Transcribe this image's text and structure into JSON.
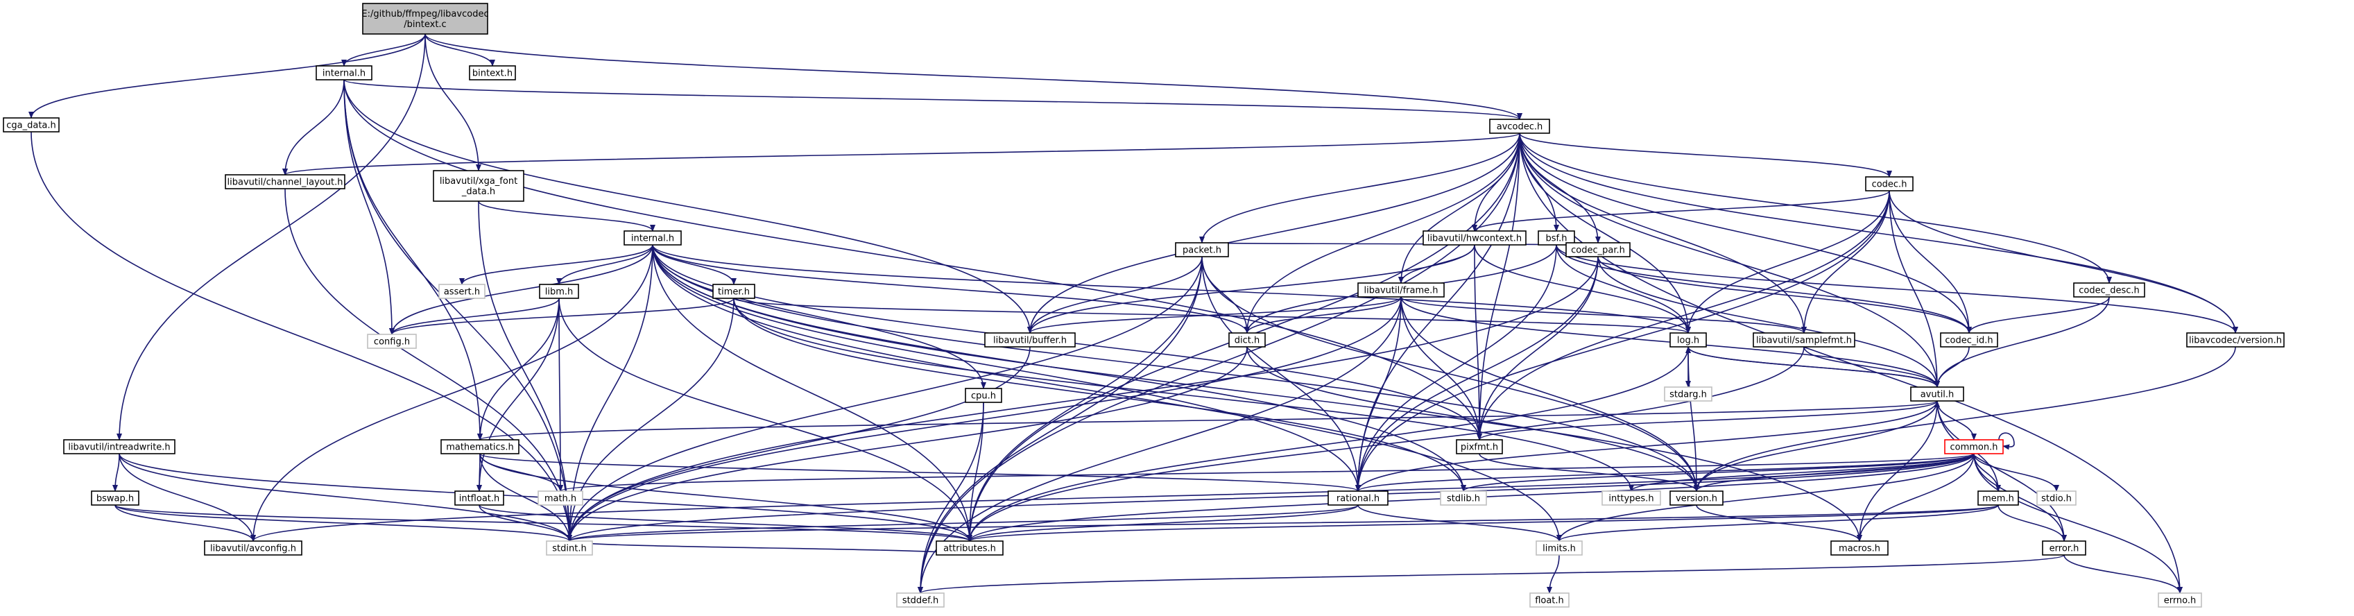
{
  "colors": {
    "edge": "#191970",
    "node_border": "#000000",
    "root_fill": "#bfbfbf",
    "system_border": "#bfbfbf",
    "cyclic_border": "#ff0000",
    "node_fill": "#ffffff"
  },
  "nodes": [
    {
      "id": "bintext_c",
      "lines": [
        "E:/github/ffmpeg/libavcodec",
        "/bintext.c"
      ],
      "kind": "root"
    },
    {
      "id": "internal_h",
      "lines": [
        "internal.h"
      ],
      "kind": "normal"
    },
    {
      "id": "bintext_h",
      "lines": [
        "bintext.h"
      ],
      "kind": "normal"
    },
    {
      "id": "cga_data_h",
      "lines": [
        "cga_data.h"
      ],
      "kind": "normal"
    },
    {
      "id": "avcodec_h",
      "lines": [
        "avcodec.h"
      ],
      "kind": "normal"
    },
    {
      "id": "channel_layout_h",
      "lines": [
        "libavutil/channel_layout.h"
      ],
      "kind": "normal"
    },
    {
      "id": "xga_font_data_h",
      "lines": [
        "libavutil/xga_font",
        "_data.h"
      ],
      "kind": "normal"
    },
    {
      "id": "codec_h",
      "lines": [
        "codec.h"
      ],
      "kind": "normal"
    },
    {
      "id": "hwcontext_h",
      "lines": [
        "libavutil/hwcontext.h"
      ],
      "kind": "normal"
    },
    {
      "id": "bsf_h",
      "lines": [
        "bsf.h"
      ],
      "kind": "normal"
    },
    {
      "id": "codec_desc_h",
      "lines": [
        "codec_desc.h"
      ],
      "kind": "normal"
    },
    {
      "id": "lavu_internal_h",
      "lines": [
        "internal.h"
      ],
      "kind": "normal"
    },
    {
      "id": "assert_h",
      "lines": [
        "assert.h"
      ],
      "kind": "system"
    },
    {
      "id": "libm_h",
      "lines": [
        "libm.h"
      ],
      "kind": "normal"
    },
    {
      "id": "timer_h",
      "lines": [
        "timer.h"
      ],
      "kind": "normal"
    },
    {
      "id": "packet_h",
      "lines": [
        "packet.h"
      ],
      "kind": "normal"
    },
    {
      "id": "frame_h",
      "lines": [
        "libavutil/frame.h"
      ],
      "kind": "normal"
    },
    {
      "id": "codec_par_h",
      "lines": [
        "codec_par.h"
      ],
      "kind": "normal"
    },
    {
      "id": "config_h",
      "lines": [
        "config.h"
      ],
      "kind": "system"
    },
    {
      "id": "buffer_h",
      "lines": [
        "libavutil/buffer.h"
      ],
      "kind": "normal"
    },
    {
      "id": "dict_h",
      "lines": [
        "dict.h"
      ],
      "kind": "normal"
    },
    {
      "id": "log_h",
      "lines": [
        "log.h"
      ],
      "kind": "normal"
    },
    {
      "id": "samplefmt_h",
      "lines": [
        "libavutil/samplefmt.h"
      ],
      "kind": "normal"
    },
    {
      "id": "codec_id_h",
      "lines": [
        "codec_id.h"
      ],
      "kind": "normal"
    },
    {
      "id": "version_h_codec",
      "lines": [
        "libavcodec/version.h"
      ],
      "kind": "normal"
    },
    {
      "id": "stdarg_h",
      "lines": [
        "stdarg.h"
      ],
      "kind": "system"
    },
    {
      "id": "cpu_h",
      "lines": [
        "cpu.h"
      ],
      "kind": "normal"
    },
    {
      "id": "avutil_h",
      "lines": [
        "avutil.h"
      ],
      "kind": "normal"
    },
    {
      "id": "intreadwrite_h",
      "lines": [
        "libavutil/intreadwrite.h"
      ],
      "kind": "normal"
    },
    {
      "id": "mathematics_h",
      "lines": [
        "mathematics.h"
      ],
      "kind": "normal"
    },
    {
      "id": "pixfmt_h",
      "lines": [
        "pixfmt.h"
      ],
      "kind": "normal"
    },
    {
      "id": "common_h",
      "lines": [
        "common.h"
      ],
      "kind": "cyclic"
    },
    {
      "id": "bswap_h",
      "lines": [
        "bswap.h"
      ],
      "kind": "normal"
    },
    {
      "id": "intfloat_h",
      "lines": [
        "intfloat.h"
      ],
      "kind": "normal"
    },
    {
      "id": "math_h",
      "lines": [
        "math.h"
      ],
      "kind": "system"
    },
    {
      "id": "rational_h",
      "lines": [
        "rational.h"
      ],
      "kind": "normal"
    },
    {
      "id": "stdlib_h",
      "lines": [
        "stdlib.h"
      ],
      "kind": "system"
    },
    {
      "id": "inttypes_h",
      "lines": [
        "inttypes.h"
      ],
      "kind": "system"
    },
    {
      "id": "version_h",
      "lines": [
        "version.h"
      ],
      "kind": "normal"
    },
    {
      "id": "mem_h",
      "lines": [
        "mem.h"
      ],
      "kind": "normal"
    },
    {
      "id": "stdio_h",
      "lines": [
        "stdio.h"
      ],
      "kind": "system"
    },
    {
      "id": "avconfig_h",
      "lines": [
        "libavutil/avconfig.h"
      ],
      "kind": "normal"
    },
    {
      "id": "stdint_h",
      "lines": [
        "stdint.h"
      ],
      "kind": "system"
    },
    {
      "id": "attributes_h",
      "lines": [
        "attributes.h"
      ],
      "kind": "normal"
    },
    {
      "id": "limits_h",
      "lines": [
        "limits.h"
      ],
      "kind": "system"
    },
    {
      "id": "macros_h",
      "lines": [
        "macros.h"
      ],
      "kind": "normal"
    },
    {
      "id": "error_h",
      "lines": [
        "error.h"
      ],
      "kind": "normal"
    },
    {
      "id": "float_h",
      "lines": [
        "float.h"
      ],
      "kind": "system"
    },
    {
      "id": "stddef_h",
      "lines": [
        "stddef.h"
      ],
      "kind": "system"
    },
    {
      "id": "errno_h",
      "lines": [
        "errno.h"
      ],
      "kind": "system"
    }
  ],
  "edges": [
    [
      "bintext_c",
      "internal_h"
    ],
    [
      "bintext_c",
      "bintext_h"
    ],
    [
      "bintext_c",
      "cga_data_h"
    ],
    [
      "bintext_c",
      "avcodec_h"
    ],
    [
      "bintext_c",
      "xga_font_data_h"
    ],
    [
      "bintext_c",
      "intreadwrite_h"
    ],
    [
      "internal_h",
      "avcodec_h"
    ],
    [
      "internal_h",
      "channel_layout_h"
    ],
    [
      "internal_h",
      "config_h"
    ],
    [
      "internal_h",
      "buffer_h"
    ],
    [
      "internal_h",
      "mathematics_h"
    ],
    [
      "internal_h",
      "pixfmt_h"
    ],
    [
      "internal_h",
      "stdint_h"
    ],
    [
      "cga_data_h",
      "stdint_h"
    ],
    [
      "avcodec_h",
      "channel_layout_h"
    ],
    [
      "avcodec_h",
      "codec_h"
    ],
    [
      "avcodec_h",
      "hwcontext_h"
    ],
    [
      "avcodec_h",
      "bsf_h"
    ],
    [
      "avcodec_h",
      "codec_desc_h"
    ],
    [
      "avcodec_h",
      "packet_h"
    ],
    [
      "avcodec_h",
      "frame_h"
    ],
    [
      "avcodec_h",
      "codec_par_h"
    ],
    [
      "avcodec_h",
      "buffer_h"
    ],
    [
      "avcodec_h",
      "dict_h"
    ],
    [
      "avcodec_h",
      "log_h"
    ],
    [
      "avcodec_h",
      "samplefmt_h"
    ],
    [
      "avcodec_h",
      "codec_id_h"
    ],
    [
      "avcodec_h",
      "version_h_codec"
    ],
    [
      "avcodec_h",
      "avutil_h"
    ],
    [
      "avcodec_h",
      "pixfmt_h"
    ],
    [
      "avcodec_h",
      "rational_h"
    ],
    [
      "avcodec_h",
      "attributes_h"
    ],
    [
      "avcodec_h",
      "errno_h"
    ],
    [
      "avcodec_h",
      "stddef_h"
    ],
    [
      "channel_layout_h",
      "stdint_h"
    ],
    [
      "xga_font_data_h",
      "lavu_internal_h"
    ],
    [
      "xga_font_data_h",
      "stdint_h"
    ],
    [
      "codec_h",
      "hwcontext_h"
    ],
    [
      "codec_h",
      "log_h"
    ],
    [
      "codec_h",
      "samplefmt_h"
    ],
    [
      "codec_h",
      "codec_id_h"
    ],
    [
      "codec_h",
      "version_h_codec"
    ],
    [
      "codec_h",
      "avutil_h"
    ],
    [
      "codec_h",
      "pixfmt_h"
    ],
    [
      "codec_h",
      "rational_h"
    ],
    [
      "hwcontext_h",
      "buffer_h"
    ],
    [
      "hwcontext_h",
      "frame_h"
    ],
    [
      "hwcontext_h",
      "log_h"
    ],
    [
      "hwcontext_h",
      "pixfmt_h"
    ],
    [
      "bsf_h",
      "packet_h"
    ],
    [
      "bsf_h",
      "codec_par_h"
    ],
    [
      "bsf_h",
      "codec_id_h"
    ],
    [
      "bsf_h",
      "dict_h"
    ],
    [
      "bsf_h",
      "log_h"
    ],
    [
      "bsf_h",
      "rational_h"
    ],
    [
      "bsf_h",
      "version_h_codec"
    ],
    [
      "codec_desc_h",
      "codec_id_h"
    ],
    [
      "codec_desc_h",
      "avutil_h"
    ],
    [
      "lavu_internal_h",
      "assert_h"
    ],
    [
      "lavu_internal_h",
      "config_h"
    ],
    [
      "lavu_internal_h",
      "libm_h"
    ],
    [
      "lavu_internal_h",
      "timer_h"
    ],
    [
      "lavu_internal_h",
      "cpu_h"
    ],
    [
      "lavu_internal_h",
      "dict_h"
    ],
    [
      "lavu_internal_h",
      "pixfmt_h"
    ],
    [
      "lavu_internal_h",
      "version_h"
    ],
    [
      "lavu_internal_h",
      "rational_h"
    ],
    [
      "lavu_internal_h",
      "stdint_h"
    ],
    [
      "lavu_internal_h",
      "attributes_h"
    ],
    [
      "lavu_internal_h",
      "macros_h"
    ],
    [
      "lavu_internal_h",
      "limits_h"
    ],
    [
      "lavu_internal_h",
      "avconfig_h"
    ],
    [
      "lavu_internal_h",
      "log_h"
    ],
    [
      "lavu_internal_h",
      "stdlib_h"
    ],
    [
      "libm_h",
      "config_h"
    ],
    [
      "libm_h",
      "mathematics_h"
    ],
    [
      "libm_h",
      "intfloat_h"
    ],
    [
      "libm_h",
      "math_h"
    ],
    [
      "libm_h",
      "attributes_h"
    ],
    [
      "timer_h",
      "config_h"
    ],
    [
      "timer_h",
      "log_h"
    ],
    [
      "timer_h",
      "inttypes_h"
    ],
    [
      "timer_h",
      "stdlib_h"
    ],
    [
      "timer_h",
      "stdint_h"
    ],
    [
      "packet_h",
      "buffer_h"
    ],
    [
      "packet_h",
      "dict_h"
    ],
    [
      "packet_h",
      "rational_h"
    ],
    [
      "packet_h",
      "attributes_h"
    ],
    [
      "packet_h",
      "stdint_h"
    ],
    [
      "packet_h",
      "stddef_h"
    ],
    [
      "packet_h",
      "version_h"
    ],
    [
      "frame_h",
      "buffer_h"
    ],
    [
      "frame_h",
      "dict_h"
    ],
    [
      "frame_h",
      "samplefmt_h"
    ],
    [
      "frame_h",
      "avutil_h"
    ],
    [
      "frame_h",
      "pixfmt_h"
    ],
    [
      "frame_h",
      "rational_h"
    ],
    [
      "frame_h",
      "version_h"
    ],
    [
      "frame_h",
      "stdint_h"
    ],
    [
      "frame_h",
      "stddef_h"
    ],
    [
      "codec_par_h",
      "avutil_h"
    ],
    [
      "codec_par_h",
      "codec_id_h"
    ],
    [
      "codec_par_h",
      "pixfmt_h"
    ],
    [
      "codec_par_h",
      "rational_h"
    ],
    [
      "codec_par_h",
      "stdint_h"
    ],
    [
      "buffer_h",
      "stdint_h"
    ],
    [
      "dict_h",
      "stdint_h"
    ],
    [
      "dict_h",
      "version_h"
    ],
    [
      "log_h",
      "stdarg_h"
    ],
    [
      "log_h",
      "avutil_h"
    ],
    [
      "log_h",
      "attributes_h"
    ],
    [
      "log_h",
      "version_h"
    ],
    [
      "samplefmt_h",
      "avutil_h"
    ],
    [
      "samplefmt_h",
      "attributes_h"
    ],
    [
      "codec_id_h",
      "avutil_h"
    ],
    [
      "version_h_codec",
      "version_h"
    ],
    [
      "cpu_h",
      "attributes_h"
    ],
    [
      "cpu_h",
      "stddef_h"
    ],
    [
      "avutil_h",
      "common_h"
    ],
    [
      "avutil_h",
      "error_h"
    ],
    [
      "avutil_h",
      "version_h"
    ],
    [
      "avutil_h",
      "mathematics_h"
    ],
    [
      "avutil_h",
      "rational_h"
    ],
    [
      "avutil_h",
      "pixfmt_h"
    ],
    [
      "avutil_h",
      "log_h"
    ],
    [
      "avutil_h",
      "macros_h"
    ],
    [
      "intreadwrite_h",
      "bswap_h"
    ],
    [
      "intreadwrite_h",
      "stdint_h"
    ],
    [
      "intreadwrite_h",
      "avconfig_h"
    ],
    [
      "intreadwrite_h",
      "attributes_h"
    ],
    [
      "mathematics_h",
      "intfloat_h"
    ],
    [
      "mathematics_h",
      "math_h"
    ],
    [
      "mathematics_h",
      "rational_h"
    ],
    [
      "mathematics_h",
      "attributes_h"
    ],
    [
      "mathematics_h",
      "stdint_h"
    ],
    [
      "pixfmt_h",
      "version_h"
    ],
    [
      "common_h",
      "rational_h"
    ],
    [
      "common_h",
      "math_h"
    ],
    [
      "common_h",
      "stdlib_h"
    ],
    [
      "common_h",
      "inttypes_h"
    ],
    [
      "common_h",
      "version_h"
    ],
    [
      "common_h",
      "mem_h"
    ],
    [
      "common_h",
      "stdio_h"
    ],
    [
      "common_h",
      "avconfig_h"
    ],
    [
      "common_h",
      "stdint_h"
    ],
    [
      "common_h",
      "attributes_h"
    ],
    [
      "common_h",
      "limits_h"
    ],
    [
      "common_h",
      "macros_h"
    ],
    [
      "common_h",
      "error_h"
    ],
    [
      "common_h",
      "errno_h"
    ],
    [
      "common_h",
      "common_h"
    ],
    [
      "bswap_h",
      "avconfig_h"
    ],
    [
      "bswap_h",
      "stdint_h"
    ],
    [
      "bswap_h",
      "attributes_h"
    ],
    [
      "intfloat_h",
      "stdint_h"
    ],
    [
      "intfloat_h",
      "attributes_h"
    ],
    [
      "rational_h",
      "attributes_h"
    ],
    [
      "rational_h",
      "limits_h"
    ],
    [
      "rational_h",
      "stdint_h"
    ],
    [
      "version_h",
      "macros_h"
    ],
    [
      "mem_h",
      "attributes_h"
    ],
    [
      "mem_h",
      "error_h"
    ],
    [
      "mem_h",
      "limits_h"
    ],
    [
      "mem_h",
      "stdint_h"
    ],
    [
      "mem_h",
      "avutil_h"
    ],
    [
      "attributes_h",
      "stdint_h"
    ],
    [
      "limits_h",
      "float_h"
    ],
    [
      "error_h",
      "errno_h"
    ],
    [
      "error_h",
      "stddef_h"
    ]
  ]
}
